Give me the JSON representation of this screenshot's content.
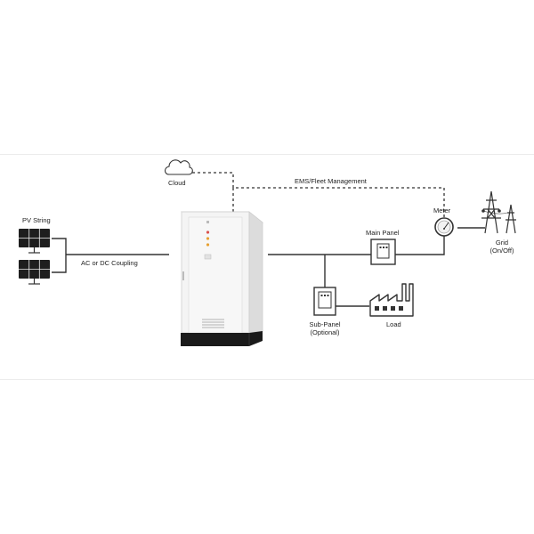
{
  "diagram": {
    "labels": {
      "pv_string": "PV String",
      "coupling": "AC or DC Coupling",
      "cloud": "Cloud",
      "ems": "EMS/Fleet Management",
      "meter": "Meter",
      "main_panel": "Main Panel",
      "grid_line1": "Grid",
      "grid_line2": "(On/Off)",
      "subpanel_line1": "Sub-Panel",
      "subpanel_line2": "(Optional)",
      "load": "Load"
    },
    "colors": {
      "line": "#333333",
      "cabinet_body": "#f1f1f1",
      "cabinet_edge": "#cfcfcf",
      "cabinet_base": "#1a1a1a",
      "led_red": "#d9534f",
      "led_orange": "#e8a030"
    },
    "icons": [
      "cloud-icon",
      "solar-panel-icon",
      "battery-cabinet-icon",
      "meter-gauge-icon",
      "main-panel-icon",
      "sub-panel-icon",
      "factory-icon",
      "transmission-tower-icon"
    ]
  }
}
